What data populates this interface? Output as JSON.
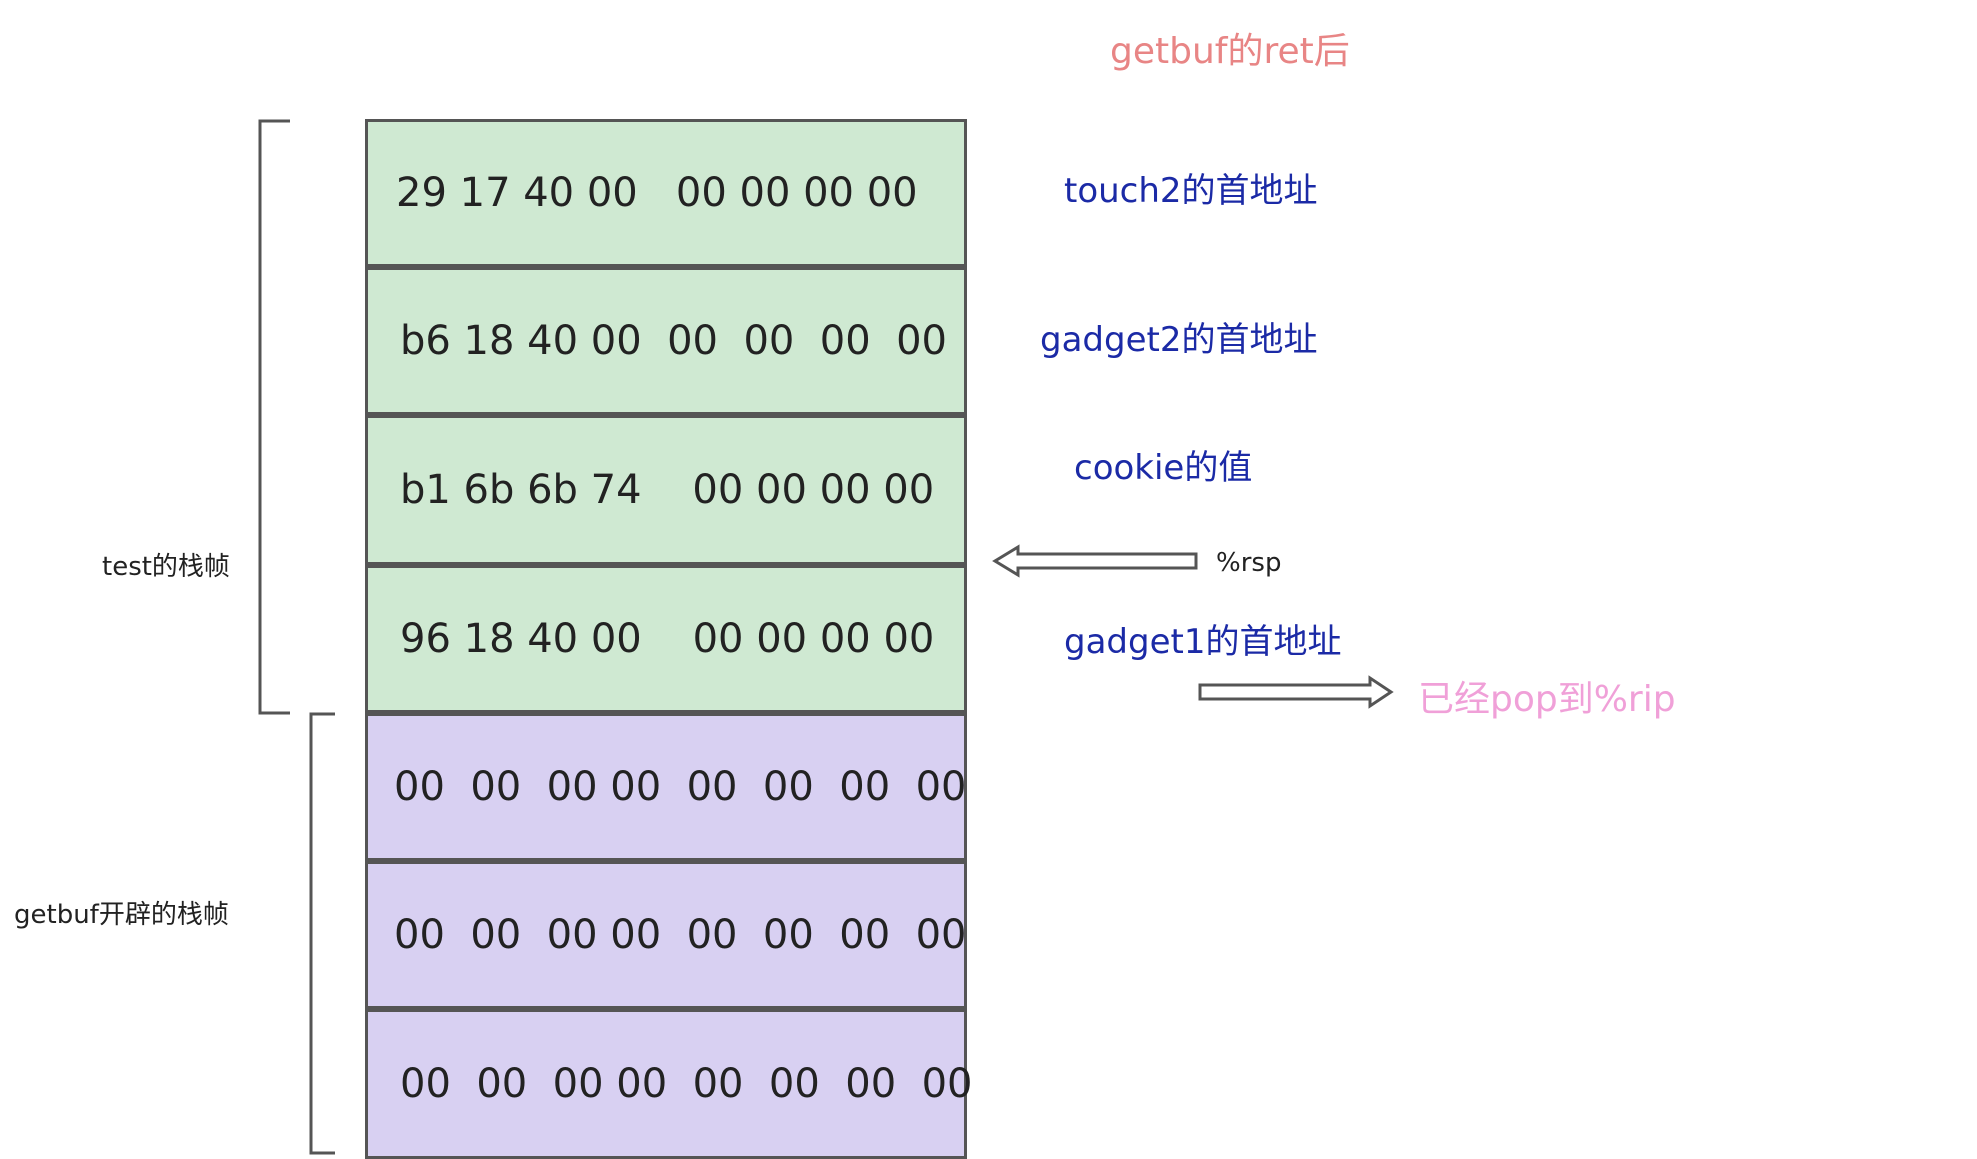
{
  "title": {
    "text": "getbuf的ret后",
    "color": "#e88585"
  },
  "test_frame": {
    "label": "test的栈帧",
    "rows": [
      {
        "bytes": "29 17 40 00   00 00 00 00",
        "annotation": "touch2的首地址"
      },
      {
        "bytes": "b6 18 40 00  00  00  00  00",
        "annotation": "gadget2的首地址"
      },
      {
        "bytes": "b1 6b 6b 74    00 00 00 00",
        "annotation": "cookie的值"
      },
      {
        "bytes": "96 18 40 00    00 00 00 00",
        "annotation": "gadget1的首地址"
      }
    ]
  },
  "getbuf_frame": {
    "label": "getbuf开辟的栈帧",
    "rows": [
      {
        "bytes": "00  00  00 00  00  00  00  00"
      },
      {
        "bytes": "00  00  00 00  00  00  00  00"
      },
      {
        "bytes": "00  00  00 00  00  00  00  00"
      }
    ]
  },
  "pointers": {
    "rsp": {
      "label": "%rsp"
    },
    "popped": {
      "label": "已经pop到%rip",
      "color": "#f0a0d8"
    }
  },
  "colors": {
    "test_cell": "#cfe9d2",
    "getbuf_cell": "#d8d0f2",
    "annotation": "#1b2aa6",
    "border": "#555555"
  }
}
